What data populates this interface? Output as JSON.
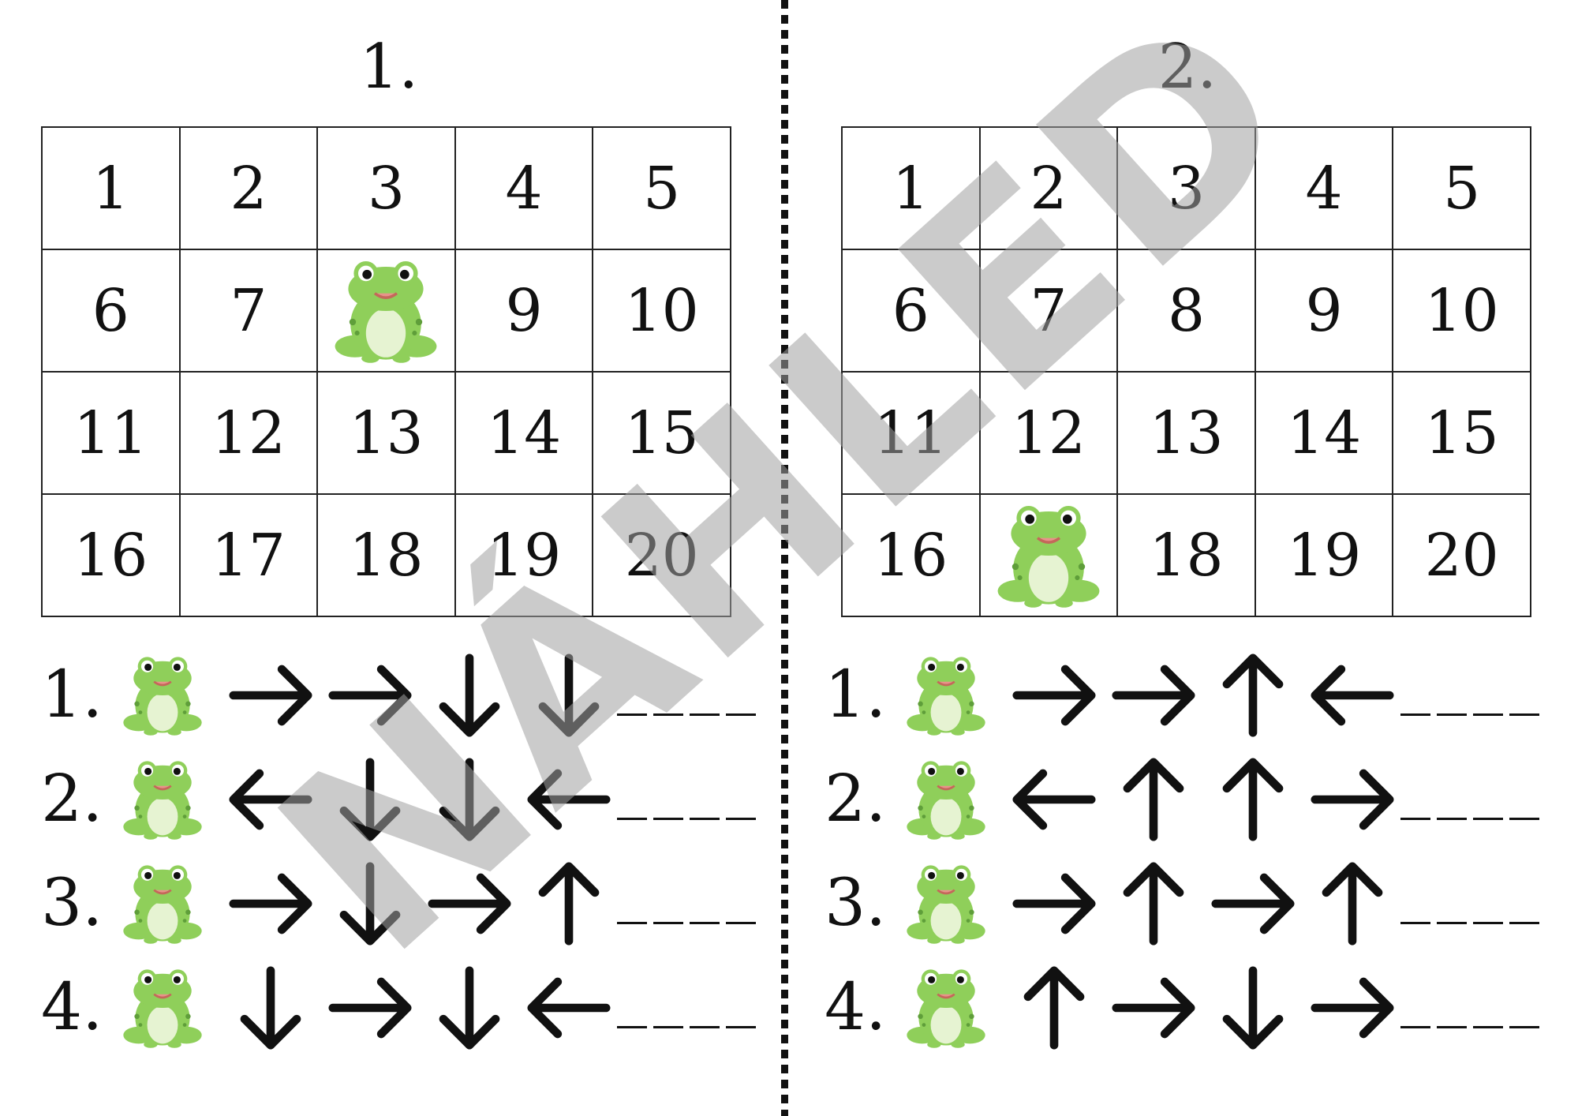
{
  "watermark": "NÁHLED",
  "panels": [
    {
      "title": "1.",
      "grid": [
        [
          "1",
          "2",
          "3",
          "4",
          "5"
        ],
        [
          "6",
          "7",
          "frog",
          "9",
          "10"
        ],
        [
          "11",
          "12",
          "13",
          "14",
          "15"
        ],
        [
          "16",
          "17",
          "18",
          "19",
          "20"
        ]
      ],
      "tasks": [
        {
          "label": "1.",
          "arrows": [
            "right",
            "right",
            "down",
            "down"
          ]
        },
        {
          "label": "2.",
          "arrows": [
            "left",
            "down",
            "down",
            "left"
          ]
        },
        {
          "label": "3.",
          "arrows": [
            "right",
            "down",
            "right",
            "up"
          ]
        },
        {
          "label": "4.",
          "arrows": [
            "down",
            "right",
            "down",
            "left"
          ]
        }
      ]
    },
    {
      "title": "2.",
      "grid": [
        [
          "1",
          "2",
          "3",
          "4",
          "5"
        ],
        [
          "6",
          "7",
          "8",
          "9",
          "10"
        ],
        [
          "11",
          "12",
          "13",
          "14",
          "15"
        ],
        [
          "16",
          "frog",
          "18",
          "19",
          "20"
        ]
      ],
      "tasks": [
        {
          "label": "1.",
          "arrows": [
            "right",
            "right",
            "up",
            "left"
          ]
        },
        {
          "label": "2.",
          "arrows": [
            "left",
            "up",
            "up",
            "right"
          ]
        },
        {
          "label": "3.",
          "arrows": [
            "right",
            "up",
            "right",
            "up"
          ]
        },
        {
          "label": "4.",
          "arrows": [
            "up",
            "right",
            "down",
            "right"
          ]
        }
      ]
    }
  ],
  "icons": {
    "start_marker": "frog-icon"
  },
  "colors": {
    "frog_body": "#8fcf5a",
    "frog_belly": "#e6f3d2",
    "frog_spots": "#5f9e3a",
    "watermark": "#a0a0a0"
  }
}
